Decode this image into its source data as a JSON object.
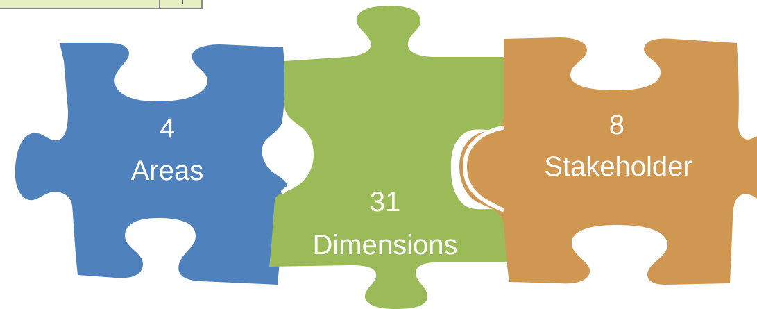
{
  "pieces": {
    "blue": {
      "number": "4",
      "label": "Areas",
      "color": "#4f81bd"
    },
    "green": {
      "number": "31",
      "label": "Dimensions",
      "color": "#9bbb59"
    },
    "orange": {
      "number": "8",
      "label": "Stakeholder",
      "color": "#cf9752"
    }
  },
  "top_strip": {
    "color": "#e6efc2"
  }
}
